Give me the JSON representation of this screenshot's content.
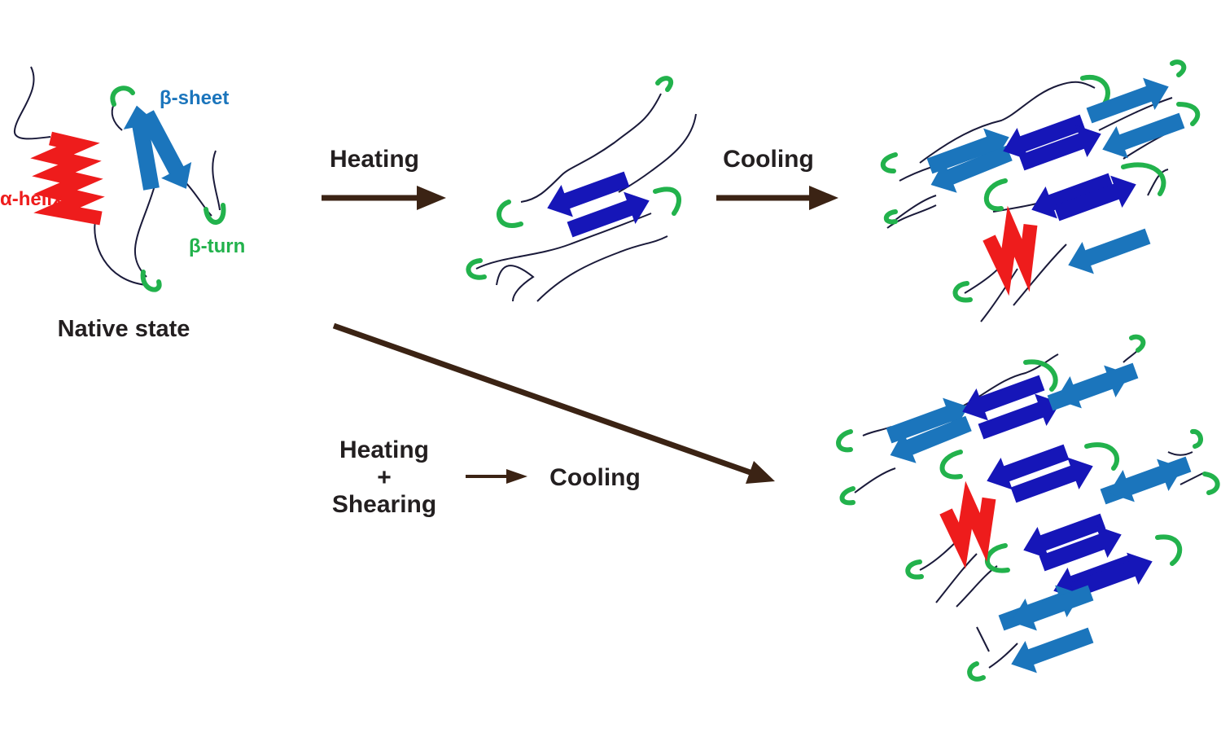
{
  "labels": {
    "alpha_helix": "α-helix",
    "beta_sheet": "β-sheet",
    "beta_turn": "β-turn",
    "native_state": "Native state",
    "heating": "Heating",
    "cooling_top": "Cooling",
    "heating_bottom": "Heating",
    "plus": "+",
    "shearing": "Shearing",
    "cooling_bottom": "Cooling"
  },
  "colors": {
    "helix": "#ee1c1c",
    "sheet_light": "#1b75bc",
    "sheet_dark": "#1616b8",
    "turn": "#22b24c",
    "coil": "#1a1a3a",
    "arrow": "#3b2314",
    "text": "#231f20"
  }
}
